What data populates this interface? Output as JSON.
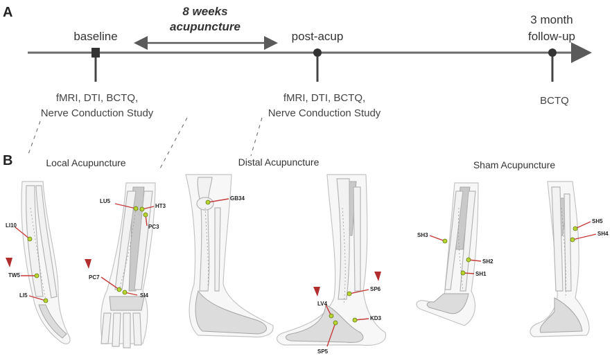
{
  "panels": {
    "a": "A",
    "b": "B"
  },
  "timeline": {
    "baseline": "baseline",
    "post_acup": "post-acup",
    "followup_line1": "3 month",
    "followup_line2": "follow-up",
    "duration_line1": "8 weeks",
    "duration_line2": "acupuncture",
    "baseline_measures_line1": "fMRI, DTI, BCTQ,",
    "baseline_measures_line2": "Nerve Conduction Study",
    "post_measures_line1": "fMRI, DTI, BCTQ,",
    "post_measures_line2": "Nerve Conduction Study",
    "followup_measures": "BCTQ"
  },
  "sections": {
    "local": "Local Acupuncture",
    "distal": "Distal Acupuncture",
    "sham": "Sham Acupuncture"
  },
  "points": {
    "local_left": [
      "LI10",
      "TW5",
      "LI5"
    ],
    "local_right": [
      "LU5",
      "HT3",
      "PC3",
      "PC7",
      "SI4"
    ],
    "distal_left": [
      "GB34"
    ],
    "distal_right": [
      "SP6",
      "LV4",
      "KD3",
      "SP5"
    ],
    "sham_left": [
      "SH3",
      "SH2",
      "SH1"
    ],
    "sham_right": [
      "SH5",
      "SH4"
    ]
  },
  "colors": {
    "point_fill": "#b8d431",
    "leader_line": "#c63a3a",
    "axis": "#5a5a5a",
    "bone": "#f2f2f2"
  },
  "icons": [
    "needle-icon"
  ]
}
